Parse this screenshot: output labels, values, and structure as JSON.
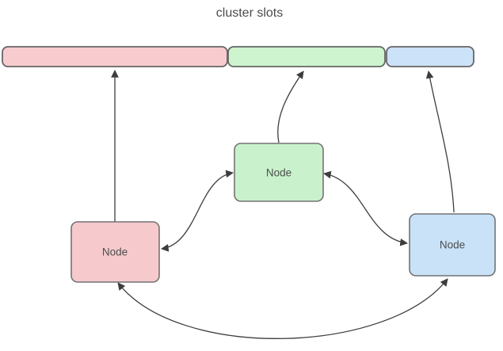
{
  "title": "cluster slots",
  "colors": {
    "slot_red_fill": "#f8cccf",
    "slot_green_fill": "#cdf4cf",
    "slot_blue_fill": "#cce2f8",
    "node_red_fill": "#f6c9cd",
    "node_green_fill": "#c9f2cc",
    "node_blue_fill": "#c9e2f8",
    "shape_border": "#666666",
    "connector_stroke": "#3d3d3d",
    "text_color": "#4d4d4d"
  },
  "nodes": {
    "red": {
      "label": "Node"
    },
    "green": {
      "label": "Node"
    },
    "blue": {
      "label": "Node"
    }
  }
}
